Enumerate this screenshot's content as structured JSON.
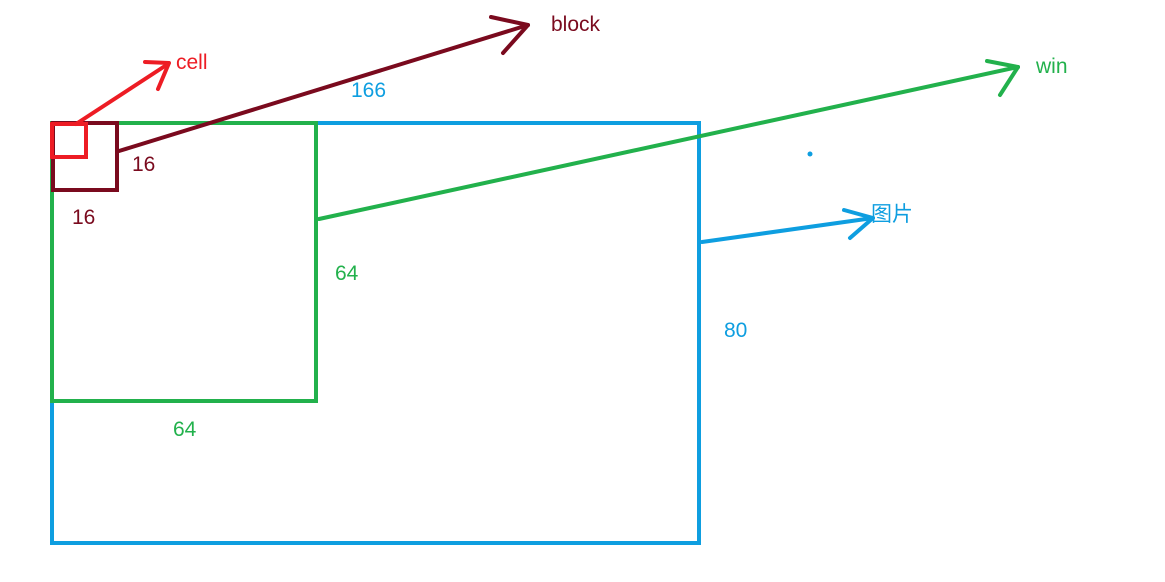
{
  "colors": {
    "image": "#0e9ee0",
    "win": "#22b14c",
    "block": "#7a0a1e",
    "cell": "#ed1c24"
  },
  "labels": {
    "cell": "cell",
    "block": "block",
    "win": "win",
    "image": "图片",
    "image_width": "166",
    "image_height": "80",
    "win_height": "64",
    "win_width": "64",
    "block_width": "16",
    "block_height": "16"
  }
}
